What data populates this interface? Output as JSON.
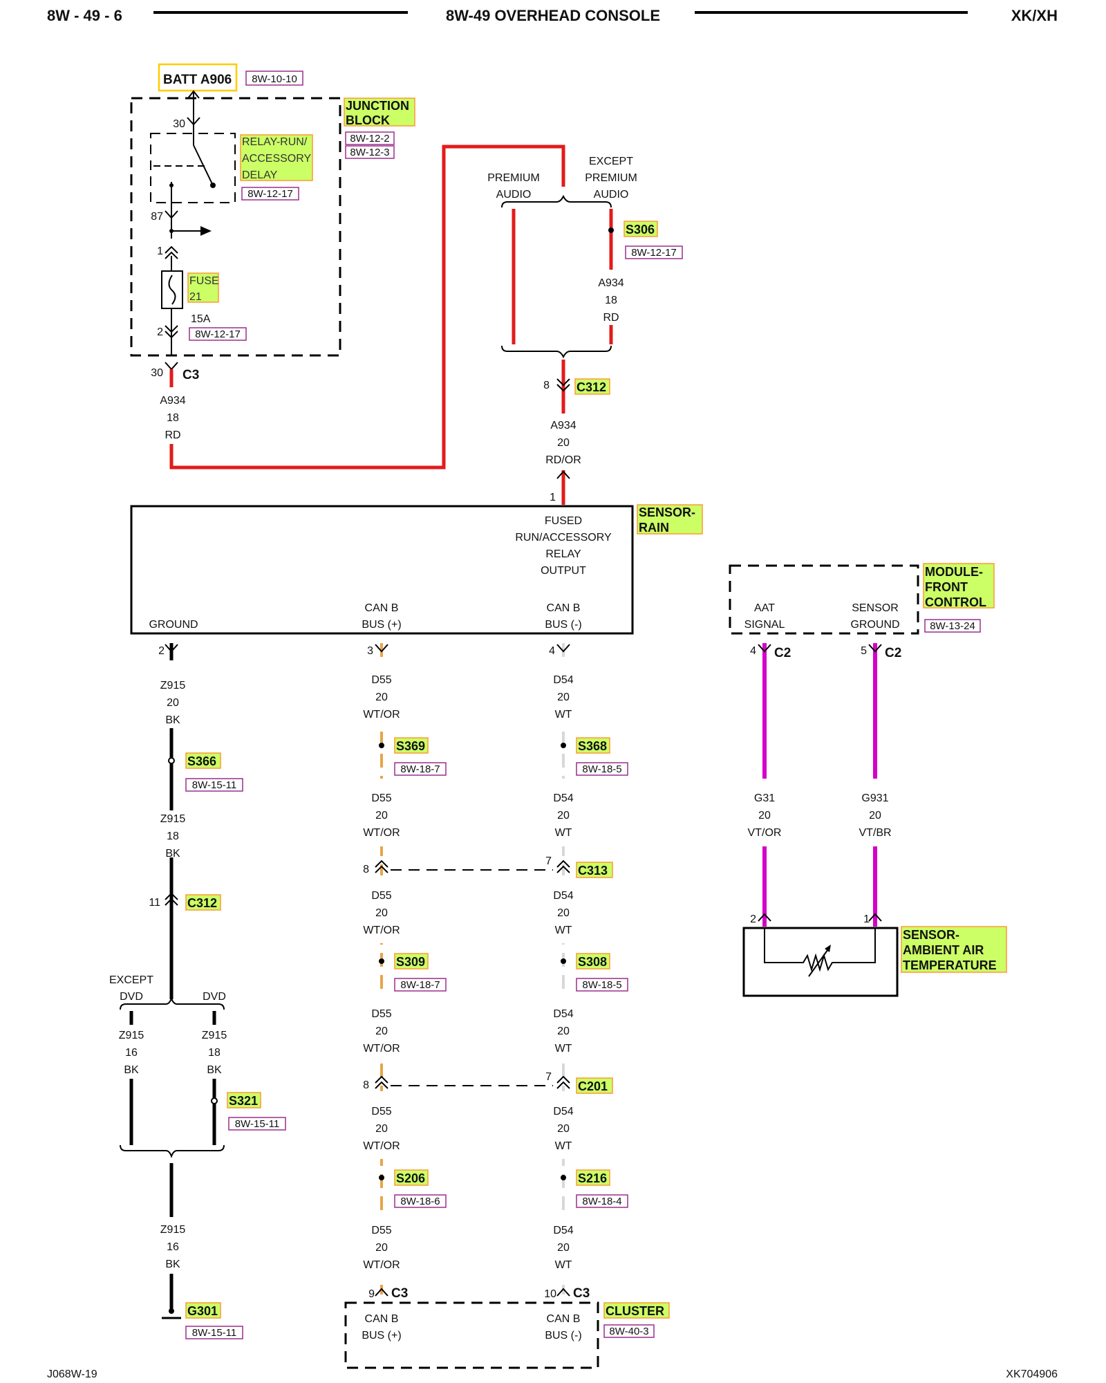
{
  "header": {
    "page_number": "8W - 49 - 6",
    "title": "8W-49 OVERHEAD CONSOLE",
    "model": "XK/XH"
  },
  "footer": {
    "left_code": "J068W-19",
    "right_code": "XK704906"
  },
  "colors": {
    "red_wire": "#e31b1b",
    "orange_wire": "#e6a54a",
    "white_wire": "#d8d8d8",
    "violet_wire": "#d400c8",
    "black_wire": "#000000",
    "highlight": "#ccff66",
    "highlight_border": "#ff9933",
    "reference_border": "#9b2d8c",
    "batt_border": "#ffcc00"
  },
  "power": {
    "batt_label": "BATT A906",
    "batt_ref": "8W-10-10"
  },
  "junction_block": {
    "label_line1": "JUNCTION",
    "label_line2": "BLOCK",
    "ref1": "8W-12-2",
    "ref2": "8W-12-3",
    "pin_30": "30",
    "relay_line1": "RELAY-RUN/",
    "relay_line2": "ACCESSORY",
    "relay_line3": "DELAY",
    "relay_ref": "8W-12-17",
    "pin_87": "87",
    "pin_1": "1",
    "fuse_line1": "FUSE",
    "fuse_line2": "21",
    "fuse_rating": "15A",
    "fuse_ref": "8W-12-17",
    "pin_2": "2"
  },
  "jb_output": {
    "pin": "30",
    "connector": "C3",
    "wire": "A934",
    "gauge": "18",
    "color": "RD"
  },
  "audio_split": {
    "premium_line1": "PREMIUM",
    "premium_line2": "AUDIO",
    "except_line1": "EXCEPT",
    "except_line2": "PREMIUM",
    "except_line3": "AUDIO",
    "splice": "S306",
    "splice_ref": "8W-12-17",
    "wire": "A934",
    "gauge": "18",
    "color": "RD"
  },
  "rain_feed": {
    "pin": "8",
    "connector": "C312",
    "wire": "A934",
    "gauge": "20",
    "color": "RD/OR",
    "sensor_pin": "1"
  },
  "sensor_rain": {
    "label_line1": "SENSOR-",
    "label_line2": "RAIN",
    "fused_line1": "FUSED",
    "fused_line2": "RUN/ACCESSORY",
    "fused_line3": "RELAY",
    "fused_line4": "OUTPUT",
    "ground_label": "GROUND",
    "canb_plus_line1": "CAN B",
    "canb_plus_line2": "BUS (+)",
    "canb_minus_line1": "CAN B",
    "canb_minus_line2": "BUS (-)"
  },
  "ground_circuit": {
    "pin": "2",
    "wire1": "Z915",
    "gauge1": "20",
    "color1": "BK",
    "splice": "S366",
    "splice_ref": "8W-15-11",
    "wire2": "Z915",
    "gauge2": "18",
    "color2": "BK",
    "conn_pin": "11",
    "connector": "C312",
    "except_line1": "EXCEPT",
    "except_line2": "DVD",
    "dvd_label": "DVD",
    "left_wire": "Z915",
    "left_gauge": "16",
    "left_color": "BK",
    "right_wire": "Z915",
    "right_gauge": "18",
    "right_color": "BK",
    "splice2": "S321",
    "splice2_ref": "8W-15-11",
    "wire3": "Z915",
    "gauge3": "16",
    "color3": "BK",
    "ground": "G301",
    "ground_ref": "8W-15-11"
  },
  "can_plus": {
    "pin": "3",
    "segments": [
      {
        "wire": "D55",
        "gauge": "20",
        "color": "WT/OR"
      },
      {
        "wire": "D55",
        "gauge": "20",
        "color": "WT/OR"
      },
      {
        "wire": "D55",
        "gauge": "20",
        "color": "WT/OR"
      },
      {
        "wire": "D55",
        "gauge": "20",
        "color": "WT/OR"
      },
      {
        "wire": "D55",
        "gauge": "20",
        "color": "WT/OR"
      },
      {
        "wire": "D55",
        "gauge": "20",
        "color": "WT/OR"
      }
    ],
    "splice1": "S369",
    "splice1_ref": "8W-18-7",
    "conn1_pin": "8",
    "splice2": "S309",
    "splice2_ref": "8W-18-7",
    "conn2_pin": "8",
    "splice3": "S206",
    "splice3_ref": "8W-18-6",
    "end_pin": "9",
    "end_connector": "C3"
  },
  "can_minus": {
    "pin": "4",
    "segments": [
      {
        "wire": "D54",
        "gauge": "20",
        "color": "WT"
      },
      {
        "wire": "D54",
        "gauge": "20",
        "color": "WT"
      },
      {
        "wire": "D54",
        "gauge": "20",
        "color": "WT"
      },
      {
        "wire": "D54",
        "gauge": "20",
        "color": "WT"
      },
      {
        "wire": "D54",
        "gauge": "20",
        "color": "WT"
      },
      {
        "wire": "D54",
        "gauge": "20",
        "color": "WT"
      }
    ],
    "splice1": "S368",
    "splice1_ref": "8W-18-5",
    "conn1_pin": "7",
    "conn1": "C313",
    "splice2": "S308",
    "splice2_ref": "8W-18-5",
    "conn2_pin": "7",
    "conn2": "C201",
    "splice3": "S216",
    "splice3_ref": "8W-18-4",
    "end_pin": "10",
    "end_connector": "C3"
  },
  "cluster": {
    "label": "CLUSTER",
    "ref": "8W-40-3",
    "plus_line1": "CAN B",
    "plus_line2": "BUS (+)",
    "minus_line1": "CAN B",
    "minus_line2": "BUS (-)"
  },
  "front_control": {
    "label_line1": "MODULE-",
    "label_line2": "FRONT",
    "label_line3": "CONTROL",
    "ref": "8W-13-24",
    "aat_line1": "AAT",
    "aat_line2": "SIGNAL",
    "sg_line1": "SENSOR",
    "sg_line2": "GROUND",
    "aat_pin": "4",
    "aat_conn": "C2",
    "sg_pin": "5",
    "sg_conn": "C2",
    "aat_wire": "G31",
    "aat_gauge": "20",
    "aat_color": "VT/OR",
    "sg_wire": "G931",
    "sg_gauge": "20",
    "sg_color": "VT/BR"
  },
  "ambient_sensor": {
    "label_line1": "SENSOR-",
    "label_line2": "AMBIENT AIR",
    "label_line3": "TEMPERATURE",
    "pin_left": "2",
    "pin_right": "1"
  }
}
